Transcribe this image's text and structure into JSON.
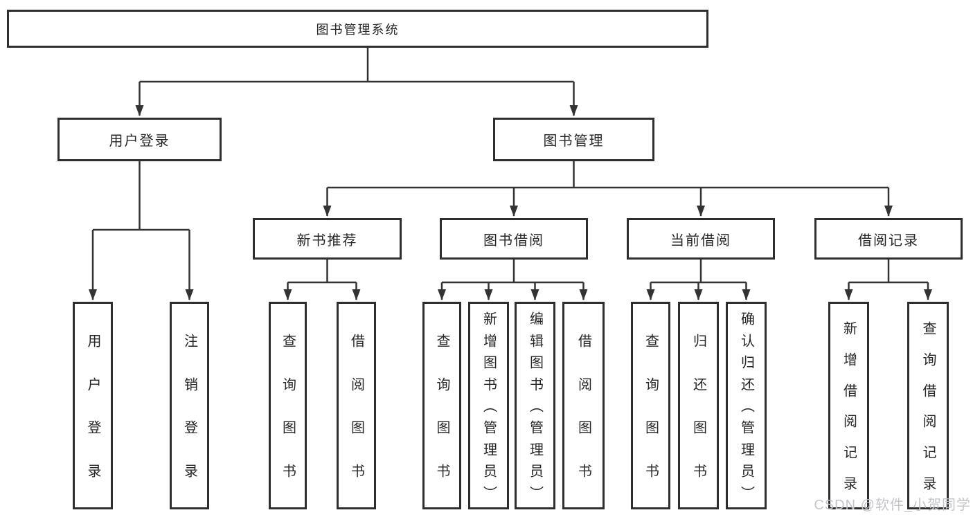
{
  "tree": {
    "label": "图书管理系统",
    "children": [
      {
        "label": "用户登录",
        "children": [
          {
            "label": "用户登录"
          },
          {
            "label": "注销登录"
          }
        ]
      },
      {
        "label": "图书管理",
        "children": [
          {
            "label": "新书推荐",
            "children": [
              {
                "label": "查询图书"
              },
              {
                "label": "借阅图书"
              }
            ]
          },
          {
            "label": "图书借阅",
            "children": [
              {
                "label": "查询图书"
              },
              {
                "label": "新增图书（管理员）"
              },
              {
                "label": "编辑图书（管理员）"
              },
              {
                "label": "借阅图书"
              }
            ]
          },
          {
            "label": "当前借阅",
            "children": [
              {
                "label": "查询图书"
              },
              {
                "label": "归还图书"
              },
              {
                "label": "确认归还（管理员）"
              }
            ]
          },
          {
            "label": "借阅记录",
            "children": [
              {
                "label": "新增借阅记录"
              },
              {
                "label": "查询借阅记录"
              }
            ]
          }
        ]
      }
    ]
  },
  "watermark": {
    "text": "CSDN @软件_小贺同学"
  },
  "colors": {
    "line": "#333333",
    "box_border": "#2e2e2e",
    "text": "#262626",
    "watermark": "#c3c5c9",
    "background": "#ffffff"
  }
}
